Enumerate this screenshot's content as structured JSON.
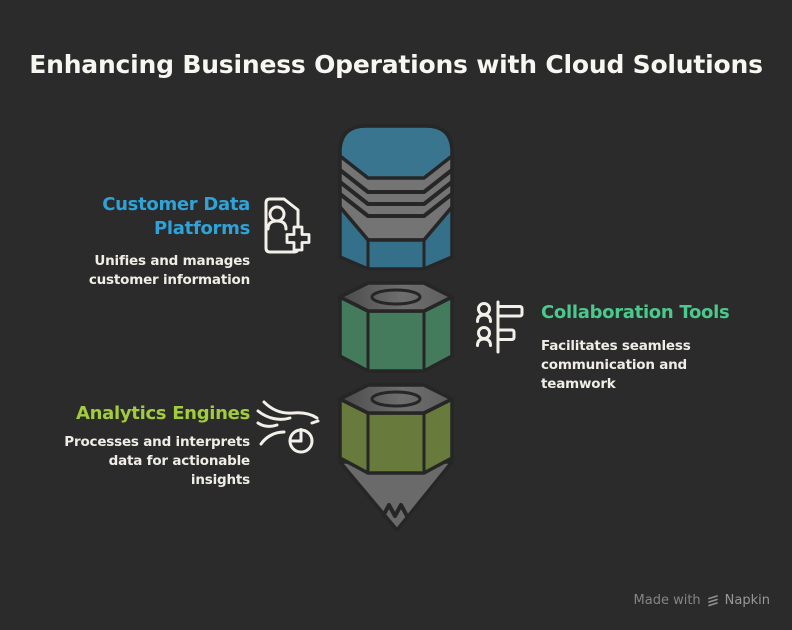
{
  "background": "#2B2B2B",
  "title": "Enhancing Business Operations with Cloud Solutions",
  "title_color": "#F7F6F1",
  "body_text_color": "#EFEDE5",
  "sections": [
    {
      "id": "customer-data-platforms",
      "heading": "Customer Data\nPlatforms",
      "description": "Unifies and manages\ncustomer information",
      "accent": "#2FA2D8",
      "icon": "file-user-plus-icon"
    },
    {
      "id": "collaboration-tools",
      "heading": "Collaboration Tools",
      "description": "Facilitates seamless\ncommunication and\nteamwork",
      "accent": "#4BC98C",
      "icon": "people-task-bars-icon"
    },
    {
      "id": "analytics-engines",
      "heading": "Analytics Engines",
      "description": "Processes and interprets\ndata for actionable\ninsights",
      "accent": "#A2CB3D",
      "icon": "flow-pie-chart-icon"
    }
  ],
  "pencil": {
    "eraser_color": "#3A7590",
    "metal_color": "#747474",
    "segment_colors": [
      "#35708A",
      "#447B5D",
      "#697A3D"
    ],
    "tip_color": "#6A6A6A",
    "outline_color": "#262626"
  },
  "watermark": {
    "prefix": "Made with",
    "brand": "Napkin"
  }
}
